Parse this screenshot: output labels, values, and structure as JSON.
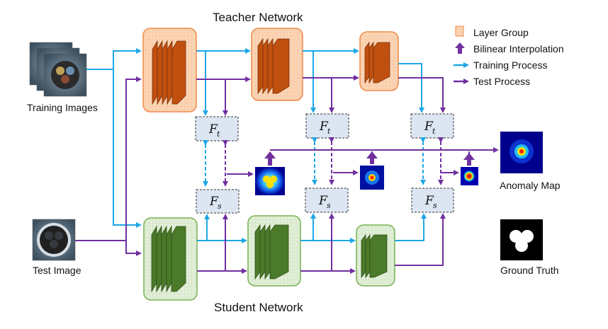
{
  "titles": {
    "teacher": "Teacher Network",
    "student": "Student Network"
  },
  "captions": {
    "training_images": "Training Images",
    "test_image": "Test Image",
    "anomaly_map": "Anomaly Map",
    "ground_truth": "Ground Truth"
  },
  "legend": {
    "layer_group": "Layer Group",
    "bilinear": "Bilinear Interpolation",
    "training": "Training Process",
    "test": "Test Process"
  },
  "feature_labels": {
    "teacher_symbol": "F",
    "teacher_sub": "t",
    "student_symbol": "F",
    "student_sub": "s"
  },
  "colors": {
    "training_arrow": "#1ea7e6",
    "test_arrow": "#7030a0",
    "teacher_box_fill": "#fbd5b5",
    "teacher_box_stroke": "#f08a4b",
    "teacher_layer": "#c0500f",
    "student_box_fill": "#e2efd9",
    "student_box_stroke": "#77b255",
    "student_layer": "#4a7a2a",
    "feature_box_fill": "#dce6f2"
  }
}
